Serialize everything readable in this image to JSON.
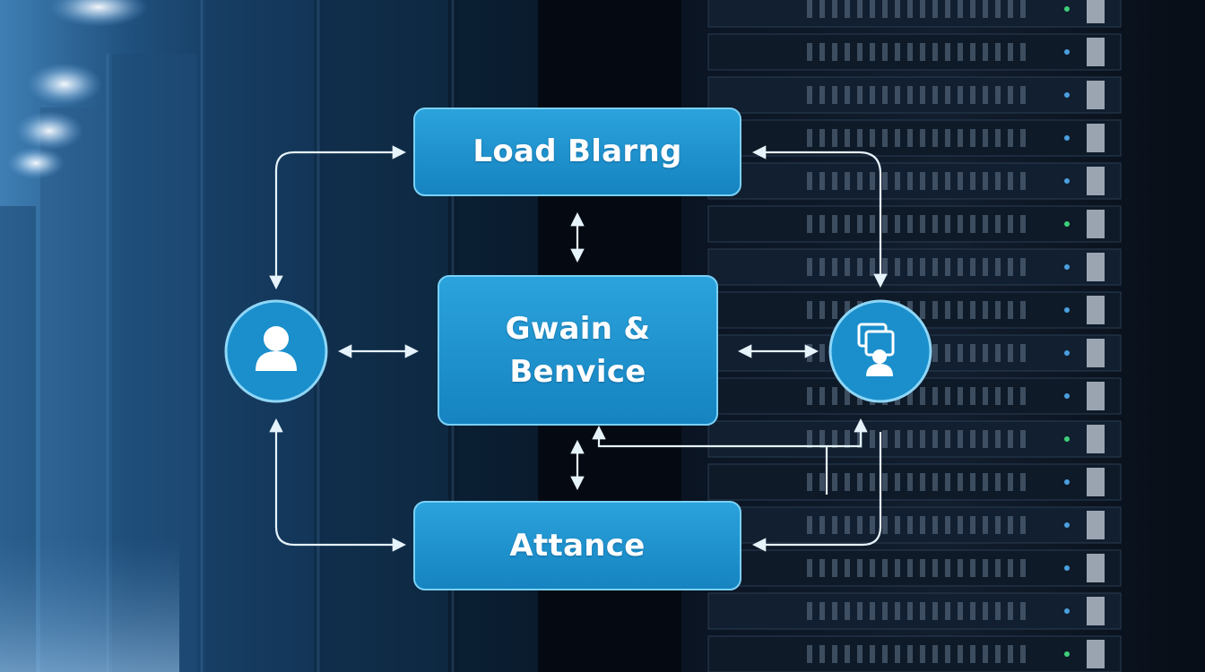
{
  "diagram": {
    "nodes": [
      {
        "id": "load",
        "label": "Load Blarng"
      },
      {
        "id": "gateway",
        "lines": [
          "Gwain &",
          "Benvice"
        ]
      },
      {
        "id": "attance",
        "label": "Attance"
      },
      {
        "id": "user",
        "icon": "user-icon"
      },
      {
        "id": "server",
        "icon": "server-operator-icon"
      }
    ],
    "colors": {
      "node_fill": "#1a8fcc",
      "node_border": "#7ad0f5",
      "connector": "#e6f3fb",
      "background": "#050a12",
      "aisle_blue": "#3c78aa"
    }
  }
}
